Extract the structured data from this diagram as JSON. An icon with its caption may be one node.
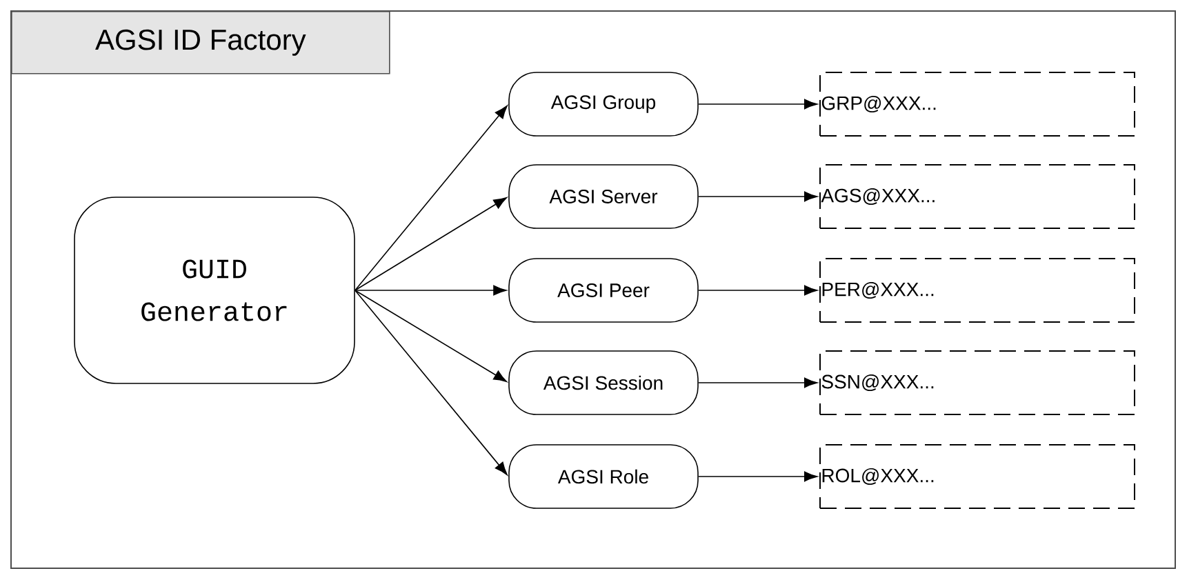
{
  "diagram": {
    "nodes": [
      {
        "text": [
          "AGSI ID Factory"
        ]
      },
      {
        "text": [
          "GUID Generator"
        ],
        "in": 0
      },
      {
        "text": [
          "AGSI Group"
        ],
        "in": 0
      },
      {
        "text": [
          "AGSI Server"
        ],
        "in": 0
      },
      {
        "text": [
          "AGSI Peer"
        ],
        "in": 0
      },
      {
        "text": [
          "AGSI Session"
        ],
        "in": 0
      },
      {
        "text": [
          "AGSI Role"
        ],
        "in": 0
      },
      {
        "text": [
          "GRP@XXX..."
        ],
        "in": 0
      },
      {
        "text": [
          "AGS@XXX..."
        ],
        "in": 0
      },
      {
        "text": [
          "PER@XXX..."
        ],
        "in": 0
      },
      {
        "text": [
          "SSN@XXX..."
        ],
        "in": 0
      },
      {
        "text": [
          "ROL@XXX..."
        ],
        "in": 0
      }
    ],
    "edges": [
      {
        "from": 1,
        "to": 2,
        "arrow": "to"
      },
      {
        "from": 1,
        "to": 3,
        "arrow": "to"
      },
      {
        "from": 1,
        "to": 4,
        "arrow": "to"
      },
      {
        "from": 1,
        "to": 5,
        "arrow": "to"
      },
      {
        "from": 1,
        "to": 6,
        "arrow": "to"
      },
      {
        "from": 2,
        "to": 7,
        "arrow": "to"
      },
      {
        "from": 3,
        "to": 8,
        "arrow": "to"
      },
      {
        "from": 4,
        "to": 9,
        "arrow": "to"
      },
      {
        "from": 5,
        "to": 10,
        "arrow": "to"
      },
      {
        "from": 6,
        "to": 11,
        "arrow": "to"
      }
    ]
  }
}
